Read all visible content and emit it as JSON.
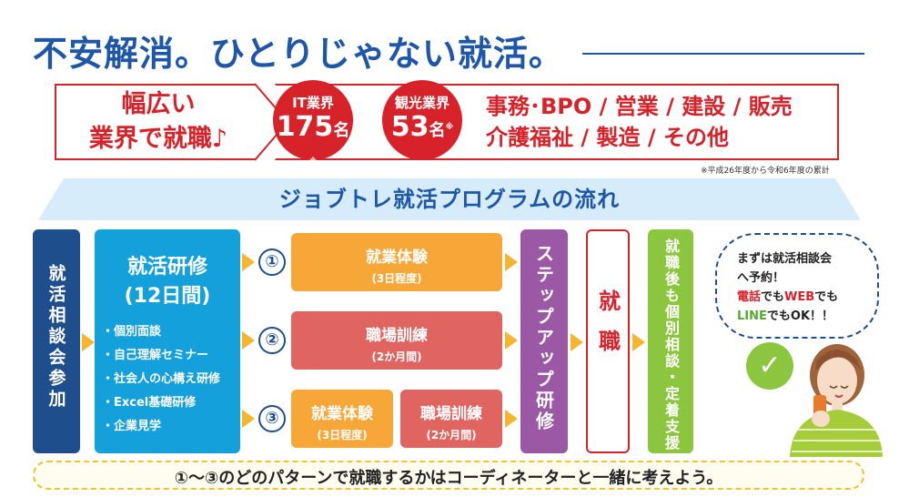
{
  "headline": "不安解消。ひとりじゃない就活。",
  "industries": {
    "wide_line1": "幅広い",
    "wide_line2": "業界で就職♪",
    "it": {
      "label": "IT業界",
      "count": "175",
      "unit": "名",
      "mark": "※"
    },
    "tourism": {
      "label": "観光業界",
      "count": "53",
      "unit": "名",
      "mark": "※"
    },
    "others_line1": "事務･BPO / 営業 / 建設 / 販売",
    "others_line2": "介護福祉 / 製造 / その他",
    "footnote": "※平成26年度から令和6年度の累計"
  },
  "flow": {
    "title": "ジョブトレ就活プログラムの流れ",
    "consult": "就活相談会参加",
    "training": {
      "title_line1": "就活研修",
      "title_line2": "(12日間)",
      "items": [
        "・個別面談",
        "・自己理解セミナー",
        "・社会人の心構え研修",
        "・Excel基礎研修",
        "・企業見学"
      ]
    },
    "markers": [
      "①",
      "②",
      "③"
    ],
    "option1": {
      "title": "就業体験",
      "sub": "(3日程度)"
    },
    "option2": {
      "title": "職場訓練",
      "sub": "(2か月間)"
    },
    "option3a": {
      "title": "就業体験",
      "sub": "(3日程度)"
    },
    "option3b": {
      "title": "職場訓練",
      "sub": "(2か月間)"
    },
    "step_up": "ステップアップ研修",
    "employment": "就職",
    "after_support": "就職後も個別相談・定着支援"
  },
  "bubble": {
    "line1": "まずは就活相談会",
    "line2": "へ予約！",
    "phone": "電話",
    "de1": "でも",
    "web": "WEB",
    "de2": "でも",
    "line": "LINE",
    "ok": "でもOK！！"
  },
  "bottom_note": "①～③のどのパターンで就職するかはコーディネーターと一緒に考えよう。",
  "colors": {
    "navy": "#1f4e8c",
    "blue": "#14a0db",
    "red": "#d8222a",
    "orange": "#f7a738",
    "salmon": "#e06561",
    "purple": "#9b59a5",
    "green": "#8cc63f"
  }
}
